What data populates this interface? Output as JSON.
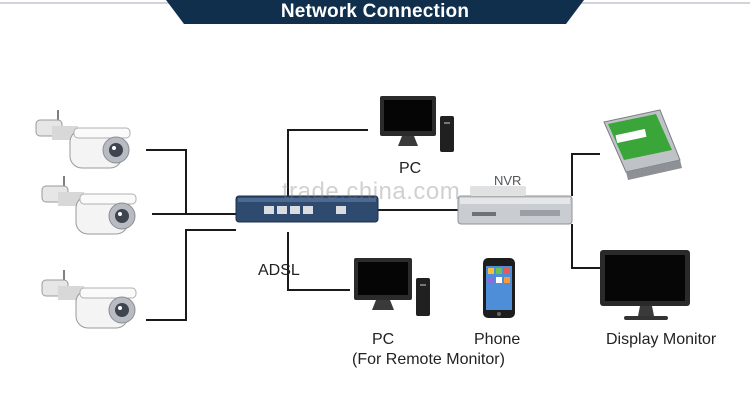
{
  "title": "Network Connection",
  "devices": {
    "router": "ADSL",
    "pc": "PC",
    "remote_pc": "PC",
    "remote_pc_note": "(For Remote Monitor)",
    "phone": "Phone",
    "monitor": "Display Monitor",
    "nvr": "NVR"
  },
  "watermark": "trade.china.com",
  "colors": {
    "banner": "#0f2f4d",
    "lines": "#1a1a1a",
    "router": "#2e4a6e",
    "hdd_label": "#3aa63a"
  }
}
